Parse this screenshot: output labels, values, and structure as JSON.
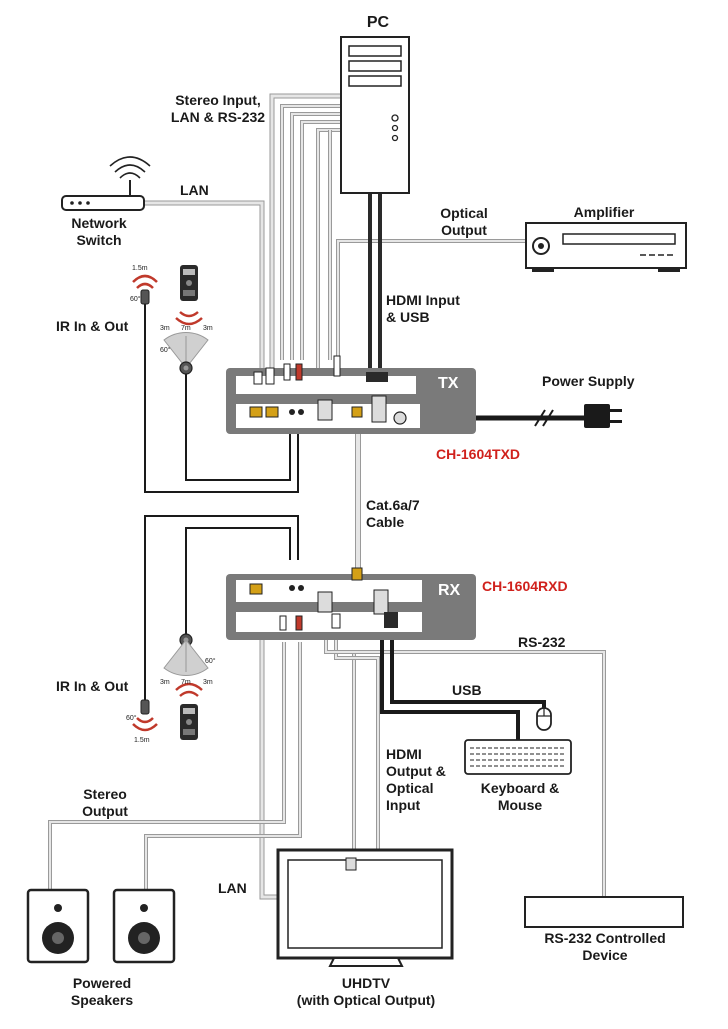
{
  "labels": {
    "pc": "PC",
    "stereo_lan_rs232": [
      "Stereo Input,",
      "LAN & RS-232"
    ],
    "lan_top": "LAN",
    "network_switch": [
      "Network",
      "Switch"
    ],
    "optical_output": [
      "Optical",
      "Output"
    ],
    "amplifier": "Amplifier",
    "hdmi_input_usb": [
      "HDMI Input",
      "& USB"
    ],
    "ir_in_out_top": "IR In & Out",
    "power_supply": "Power Supply",
    "tx_tag": "TX",
    "tx_model": "CH-1604TXD",
    "cat_cable": [
      "Cat.6a/7",
      "Cable"
    ],
    "rx_tag": "RX",
    "rx_model": "CH-1604RXD",
    "rs232": "RS-232",
    "ir_in_out_bottom": "IR In & Out",
    "usb": "USB",
    "hdmi_output_optical": [
      "HDMI",
      "Output &",
      "Optical",
      "Input"
    ],
    "keyboard_mouse": [
      "Keyboard &",
      "Mouse"
    ],
    "stereo_output": [
      "Stereo",
      "Output"
    ],
    "lan_bottom": "LAN",
    "rs232_device": [
      "RS-232 Controlled",
      "Device"
    ],
    "powered_speakers": [
      "Powered",
      "Speakers"
    ],
    "uhdtv": [
      "UHDTV",
      "(with Optical Output)"
    ]
  },
  "ir_top": {
    "dist": "1.5m",
    "angle": "60°",
    "r1": "3m",
    "r2": "7m",
    "r3": "3m",
    "angle2": "60°"
  },
  "ir_bottom": {
    "dist": "1.5m",
    "angle": "60°",
    "r1": "3m",
    "r2": "7m",
    "r3": "3m",
    "angle2": "60°"
  },
  "colors": {
    "panel": "#7a7a7a",
    "cable": "#bdbdbd",
    "cable_dark": "#2a2a2a",
    "accent_red": "#d0211c",
    "ir_red": "#c0392b"
  }
}
